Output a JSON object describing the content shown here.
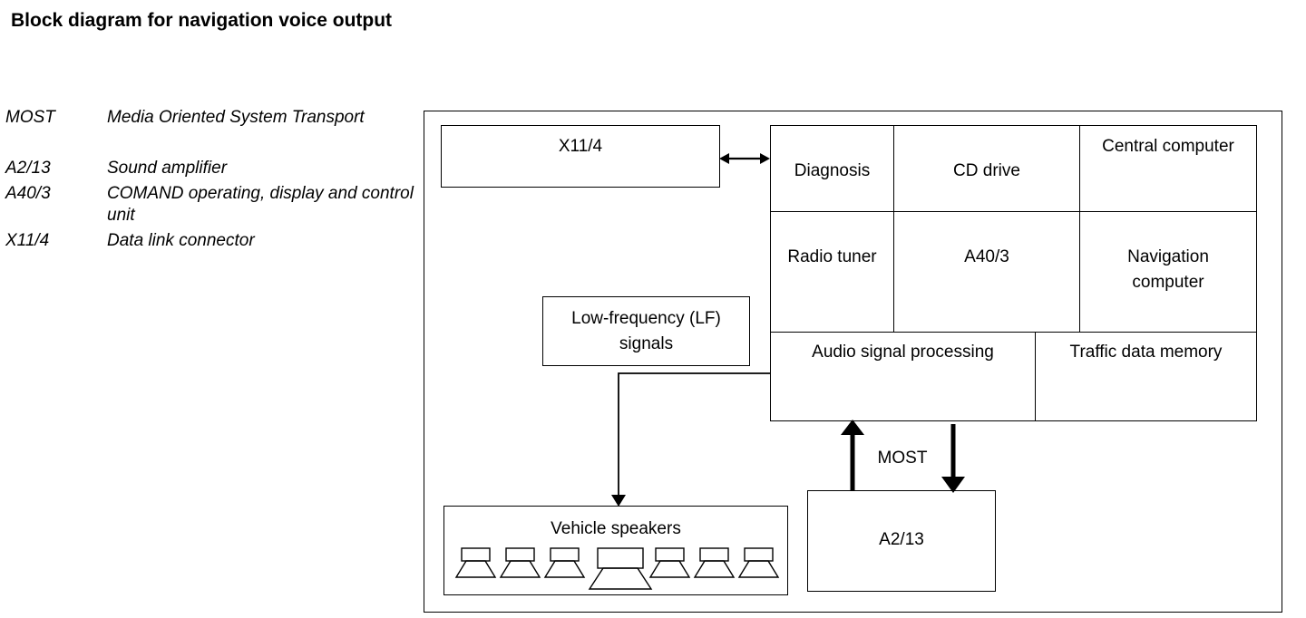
{
  "title": "Block diagram for navigation voice output",
  "abbreviations": [
    {
      "key": "MOST",
      "value": "Media Oriented System Transport"
    },
    {
      "key": "A2/13",
      "value": "Sound amplifier"
    },
    {
      "key": "A40/3",
      "value": "COMAND operating, display and control unit"
    },
    {
      "key": "X11/4",
      "value": "Data link connector"
    }
  ],
  "diagram": {
    "x11": "X11/4",
    "lf_signals": "Low-frequency (LF) signals",
    "speakers": "Vehicle speakers",
    "a2": "A2/13",
    "most": "MOST",
    "comand": {
      "diagnosis": "Diagnosis",
      "cd_drive": "CD drive",
      "central_computer": "Central computer",
      "radio_tuner": "Radio tuner",
      "a40": "A40/3",
      "navigation_computer": "Navigation computer",
      "audio_processing": "Audio signal processing",
      "traffic_memory": "Traffic data memory"
    }
  }
}
